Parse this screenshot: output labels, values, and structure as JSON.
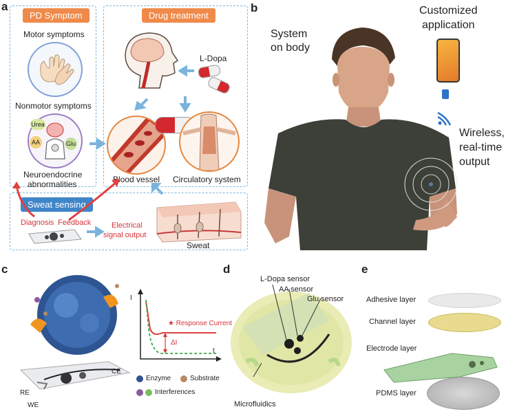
{
  "panel_a": {
    "label": "a",
    "pd_symptom_tag": "PD Symptom",
    "drug_treatment_tag": "Drug treatment",
    "motor_symptoms": "Motor symptoms",
    "nonmotor_symptoms": "Nonmotor symptoms",
    "neuroendocrine_line1": "Neuroendocrine",
    "neuroendocrine_line2": "abnormalities",
    "ldopa": "L-Dopa",
    "blood_vessel": "Blood vessel",
    "circulatory_system": "Circulatory system",
    "sweat_sensing_tag": "Sweat sensing",
    "diagnosis": "Diagnosis",
    "feedback": "Feedback",
    "electrical_line1": "Electrical",
    "electrical_line2": "signal output",
    "sweat": "Sweat",
    "bubble_urea": "Urea",
    "bubble_aa": "AA",
    "bubble_glu": "Glu"
  },
  "panel_b": {
    "label": "b",
    "system_line1": "System",
    "system_line2": "on body",
    "customized_line1": "Customized",
    "customized_line2": "application",
    "wireless_line1": "Wireless,",
    "wireless_line2": "real-time",
    "wireless_line3": "output"
  },
  "panel_c": {
    "label": "c",
    "response_current": "Response Current",
    "delta_i": "ΔI",
    "t_axis": "t",
    "i_axis": "I",
    "ce": "CE",
    "re": "RE",
    "we": "WE",
    "legend_enzyme": "Enzyme",
    "legend_substrate": "Substrate",
    "legend_interferences": "Interferences"
  },
  "panel_d": {
    "label": "d",
    "ldopa_sensor": "L-Dopa sensor",
    "aa_sensor": "AA sensor",
    "glu_sensor": "Glu sensor",
    "microfluidics": "Microfluidics"
  },
  "panel_e": {
    "label": "e",
    "adhesive_layer": "Adhesive layer",
    "channel_layer": "Channel layer",
    "electrode_layer": "Electrode layer",
    "pdms_layer": "PDMS layer"
  },
  "colors": {
    "orange_tag": "#ef8a4a",
    "blue_tag": "#3f86c9",
    "dash_border": "#7fb6dd",
    "red_text": "#d7333a",
    "response_line": "#e04040",
    "baseline_dashed": "#3aa84a"
  }
}
